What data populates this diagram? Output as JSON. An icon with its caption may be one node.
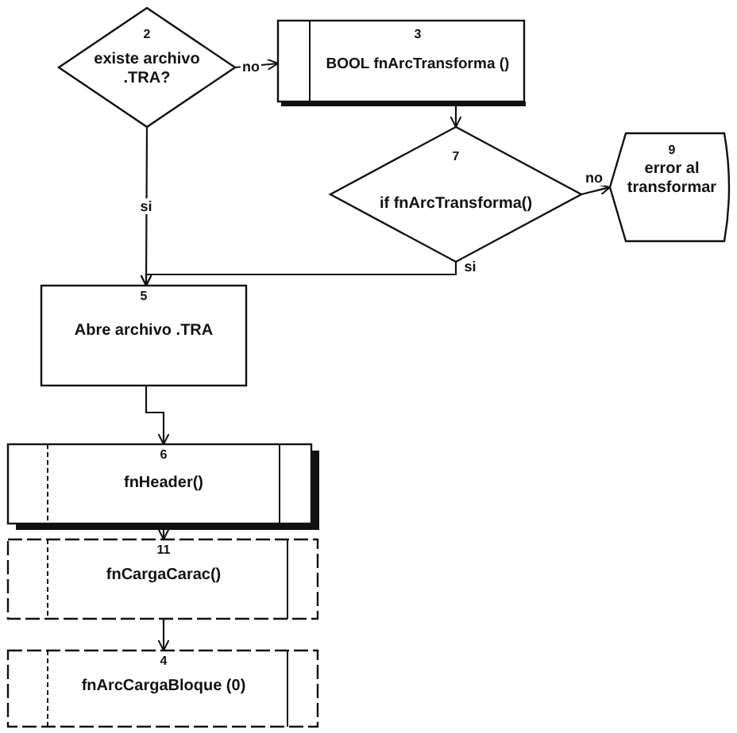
{
  "diagram": {
    "nodes": [
      {
        "text": [
          "2",
          "existe archivo .TRA?"
        ]
      },
      {
        "text": [
          "3",
          "BOOL fnArcTransforma ()"
        ]
      },
      {
        "text": [
          "7",
          "if fnArcTransforma()"
        ]
      },
      {
        "text": [
          "9",
          "error al transformar"
        ]
      },
      {
        "text": [
          "5",
          "Abre archivo .TRA"
        ]
      },
      {
        "text": [
          "6",
          "fnHeader()"
        ]
      },
      {
        "text": [
          "11",
          "fnCargaCarac()"
        ]
      },
      {
        "text": [
          "4",
          "fnArcCargaBloque (0)"
        ]
      }
    ],
    "edges": [
      {
        "from": 0,
        "to": 1,
        "arrow": "to",
        "label": "no"
      },
      {
        "from": 1,
        "to": 2,
        "arrow": "to"
      },
      {
        "from": 2,
        "to": 3,
        "arrow": "to",
        "label": "no"
      },
      {
        "from": 0,
        "to": 4,
        "arrow": "to",
        "label": "si"
      },
      {
        "from": 2,
        "to": 4,
        "arrow": "to",
        "label": "si"
      },
      {
        "from": 4,
        "to": 5,
        "arrow": "to"
      },
      {
        "from": 5,
        "to": 6,
        "arrow": "to"
      },
      {
        "from": 6,
        "to": 7,
        "arrow": "to"
      }
    ]
  }
}
